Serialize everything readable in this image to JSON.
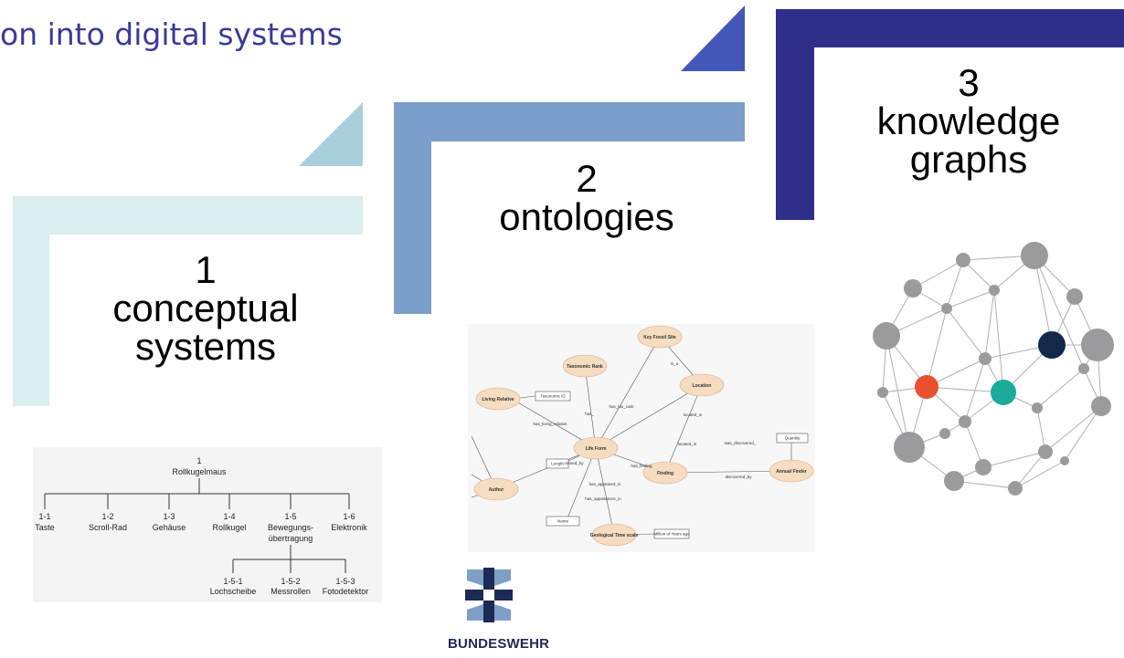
{
  "title": "on into digital systems",
  "steps": [
    {
      "number": "1",
      "label_line1": "conceptual",
      "label_line2": "systems"
    },
    {
      "number": "2",
      "label_line1": "ontologies"
    },
    {
      "number": "3",
      "label_line1": "knowledge",
      "label_line2": "graphs"
    }
  ],
  "colors": {
    "step1": "#dbeef0",
    "step1_arrow": "#a9cfdc",
    "step2": "#7b9ecb",
    "step2_arrow": "#7b9ecb",
    "step3": "#2e2f8a",
    "step3_arrow": "#4257b8"
  },
  "tree": {
    "root_number": "1",
    "root_label": "Rollkugelmaus",
    "children": [
      {
        "number": "1-1",
        "label": "Taste"
      },
      {
        "number": "1-2",
        "label": "Scroll-Rad"
      },
      {
        "number": "1-3",
        "label": "Gehäuse"
      },
      {
        "number": "1-4",
        "label": "Rollkugel"
      },
      {
        "number": "1-5",
        "label": "Bewegungs-",
        "label2": "übertragung"
      },
      {
        "number": "1-6",
        "label": "Elektronik"
      }
    ],
    "grandchildren": [
      {
        "number": "1-5-1",
        "label": "Lochscheibe"
      },
      {
        "number": "1-5-2",
        "label": "Messrollen"
      },
      {
        "number": "1-5-3",
        "label": "Fotodetektor"
      }
    ]
  },
  "ontology": {
    "nodes": [
      "Key Fossil Site",
      "Taxonomic Rank",
      "Living Relative",
      "Location",
      "Life Form",
      "Author",
      "Finding",
      "Annual Finder",
      "Geological Time scale"
    ],
    "boxes": [
      "Taxonomic ID",
      "Length",
      "Name",
      "Million of Years ago",
      "Quantity"
    ],
    "edges": [
      "has_tax_rank",
      "has_living_relative",
      "has_",
      "located_in",
      "located_in",
      "named_by",
      "has_finding",
      "was_discovered_",
      "discovered_by",
      "has_appeared_in",
      "has_appearance_in",
      "is_a"
    ]
  },
  "logo": {
    "name": "BUNDESWEHR"
  }
}
